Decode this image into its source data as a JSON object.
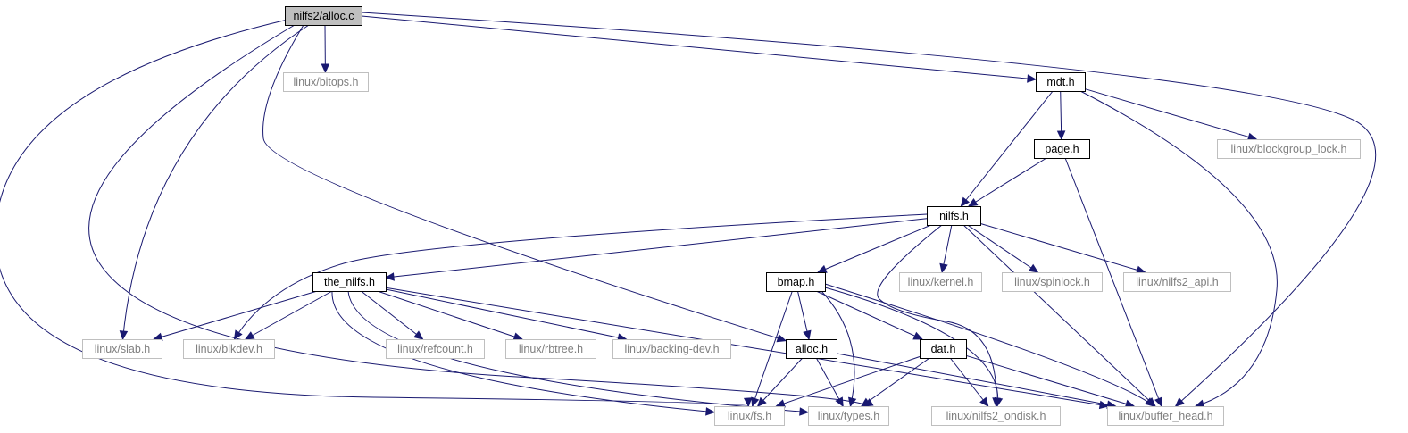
{
  "colors": {
    "edge": "#191970",
    "root_fill": "#bfbfbf",
    "node_border": "#000000",
    "external_border": "#bfbfbf",
    "text": "#000000",
    "external_text": "#7f7f7f"
  },
  "nodes": {
    "root": {
      "label": "nilfs2/alloc.c",
      "kind": "root"
    },
    "bitops": {
      "label": "linux/bitops.h",
      "kind": "external"
    },
    "mdt": {
      "label": "mdt.h",
      "kind": "local"
    },
    "page": {
      "label": "page.h",
      "kind": "local"
    },
    "blockgroup_lock": {
      "label": "linux/blockgroup_lock.h",
      "kind": "external"
    },
    "nilfs": {
      "label": "nilfs.h",
      "kind": "local"
    },
    "the_nilfs": {
      "label": "the_nilfs.h",
      "kind": "local"
    },
    "bmap": {
      "label": "bmap.h",
      "kind": "local"
    },
    "kernel": {
      "label": "linux/kernel.h",
      "kind": "external"
    },
    "spinlock": {
      "label": "linux/spinlock.h",
      "kind": "external"
    },
    "nilfs2_api": {
      "label": "linux/nilfs2_api.h",
      "kind": "external"
    },
    "slab": {
      "label": "linux/slab.h",
      "kind": "external"
    },
    "blkdev": {
      "label": "linux/blkdev.h",
      "kind": "external"
    },
    "refcount": {
      "label": "linux/refcount.h",
      "kind": "external"
    },
    "rbtree": {
      "label": "linux/rbtree.h",
      "kind": "external"
    },
    "backing_dev": {
      "label": "linux/backing-dev.h",
      "kind": "external"
    },
    "alloc": {
      "label": "alloc.h",
      "kind": "local"
    },
    "dat": {
      "label": "dat.h",
      "kind": "local"
    },
    "fs": {
      "label": "linux/fs.h",
      "kind": "external"
    },
    "types": {
      "label": "linux/types.h",
      "kind": "external"
    },
    "nilfs2_ondisk": {
      "label": "linux/nilfs2_ondisk.h",
      "kind": "external"
    },
    "buffer_head": {
      "label": "linux/buffer_head.h",
      "kind": "external"
    }
  },
  "edges": [
    [
      "root",
      "bitops"
    ],
    [
      "root",
      "mdt"
    ],
    [
      "root",
      "buffer_head"
    ],
    [
      "root",
      "slab"
    ],
    [
      "root",
      "fs"
    ],
    [
      "root",
      "types"
    ],
    [
      "root",
      "alloc"
    ],
    [
      "mdt",
      "page"
    ],
    [
      "mdt",
      "nilfs"
    ],
    [
      "mdt",
      "blockgroup_lock"
    ],
    [
      "mdt",
      "buffer_head"
    ],
    [
      "page",
      "nilfs"
    ],
    [
      "page",
      "buffer_head"
    ],
    [
      "nilfs",
      "the_nilfs"
    ],
    [
      "nilfs",
      "bmap"
    ],
    [
      "nilfs",
      "kernel"
    ],
    [
      "nilfs",
      "spinlock"
    ],
    [
      "nilfs",
      "nilfs2_api"
    ],
    [
      "nilfs",
      "blkdev"
    ],
    [
      "nilfs",
      "nilfs2_ondisk"
    ],
    [
      "nilfs",
      "buffer_head"
    ],
    [
      "the_nilfs",
      "slab"
    ],
    [
      "the_nilfs",
      "blkdev"
    ],
    [
      "the_nilfs",
      "refcount"
    ],
    [
      "the_nilfs",
      "rbtree"
    ],
    [
      "the_nilfs",
      "backing_dev"
    ],
    [
      "the_nilfs",
      "fs"
    ],
    [
      "the_nilfs",
      "types"
    ],
    [
      "the_nilfs",
      "buffer_head"
    ],
    [
      "bmap",
      "alloc"
    ],
    [
      "bmap",
      "dat"
    ],
    [
      "bmap",
      "fs"
    ],
    [
      "bmap",
      "types"
    ],
    [
      "bmap",
      "nilfs2_ondisk"
    ],
    [
      "bmap",
      "buffer_head"
    ],
    [
      "alloc",
      "fs"
    ],
    [
      "alloc",
      "types"
    ],
    [
      "alloc",
      "buffer_head"
    ],
    [
      "dat",
      "fs"
    ],
    [
      "dat",
      "types"
    ],
    [
      "dat",
      "nilfs2_ondisk"
    ],
    [
      "dat",
      "buffer_head"
    ]
  ]
}
